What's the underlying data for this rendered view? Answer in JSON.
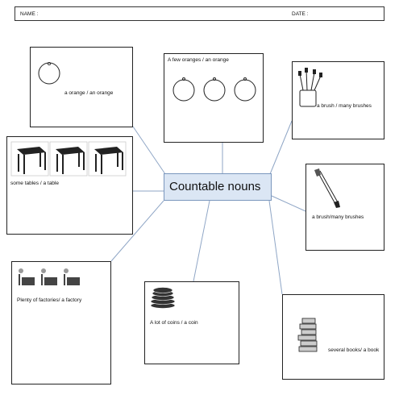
{
  "header": {
    "name_label": "NAME :",
    "date_label": "DATE :"
  },
  "center": {
    "title": "Countable nouns"
  },
  "boxes": {
    "orange": {
      "label": "a orange / an orange",
      "icon": "orange-icon"
    },
    "oranges": {
      "label": "A few oranges / an orange",
      "icon": "orange-icon"
    },
    "brushes": {
      "label": "a brush / many brushes",
      "icon": "brushes-cup-icon"
    },
    "tables": {
      "label": "some tables / a table",
      "icon": "table-icon"
    },
    "brush": {
      "label": "a brush/many brushes",
      "icon": "paintbrush-icon"
    },
    "factories": {
      "label": "Plenty of factories/ a factory",
      "icon": "factory-icon"
    },
    "coins": {
      "label": "A lot of coins / a coin",
      "icon": "coin-stack-icon"
    },
    "books": {
      "label": "several books/ a book",
      "icon": "book-stack-icon"
    }
  },
  "colors": {
    "connector": "#8fa6c6",
    "center_fill": "#dbe6f4",
    "center_border": "#7a96bd"
  }
}
